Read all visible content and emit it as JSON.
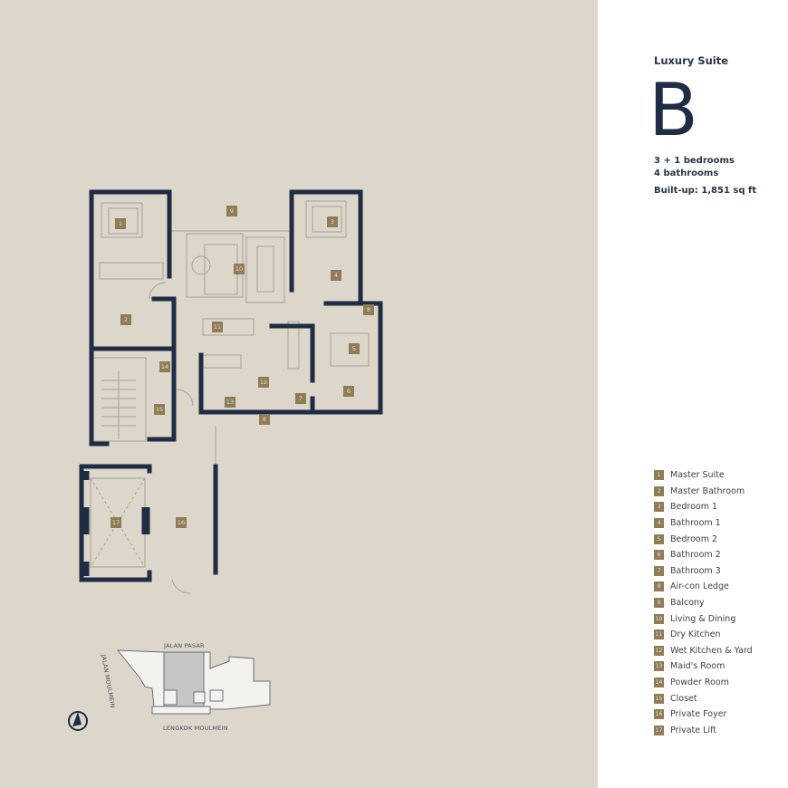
{
  "suite": {
    "type": "Luxury Suite",
    "letter": "B",
    "bedrooms": "3 + 1 bedrooms",
    "bathrooms": "4 bathrooms",
    "builtup": "Built-up: 1,851 sq ft"
  },
  "legend": [
    {
      "n": "1",
      "label": "Master Suite"
    },
    {
      "n": "2",
      "label": "Master Bathroom"
    },
    {
      "n": "3",
      "label": "Bedroom 1"
    },
    {
      "n": "4",
      "label": "Bathroom 1"
    },
    {
      "n": "5",
      "label": "Bedroom 2"
    },
    {
      "n": "6",
      "label": "Bathroom 2"
    },
    {
      "n": "7",
      "label": "Bathroom 3"
    },
    {
      "n": "8",
      "label": "Air-con Ledge"
    },
    {
      "n": "9",
      "label": "Balcony"
    },
    {
      "n": "10",
      "label": "Living & Dining"
    },
    {
      "n": "11",
      "label": "Dry Kitchen"
    },
    {
      "n": "12",
      "label": "Wet Kitchen & Yard"
    },
    {
      "n": "13",
      "label": "Maid's Room"
    },
    {
      "n": "14",
      "label": "Powder Room"
    },
    {
      "n": "15",
      "label": "Closet"
    },
    {
      "n": "16",
      "label": "Private Foyer"
    },
    {
      "n": "17",
      "label": "Private Lift"
    }
  ],
  "plan_badges": [
    "1",
    "2",
    "3",
    "4",
    "5",
    "6",
    "7",
    "8",
    "8",
    "9",
    "10",
    "11",
    "12",
    "13",
    "14",
    "15",
    "16",
    "17"
  ],
  "site": {
    "north": "JALAN PASAR",
    "west": "JALAN MOULMEIN",
    "south": "LENGKOK MOULMEIN",
    "compass": "N"
  },
  "colors": {
    "navy": "#1e2c44",
    "gold": "#8f7d58",
    "beige": "#ddd6cb"
  }
}
